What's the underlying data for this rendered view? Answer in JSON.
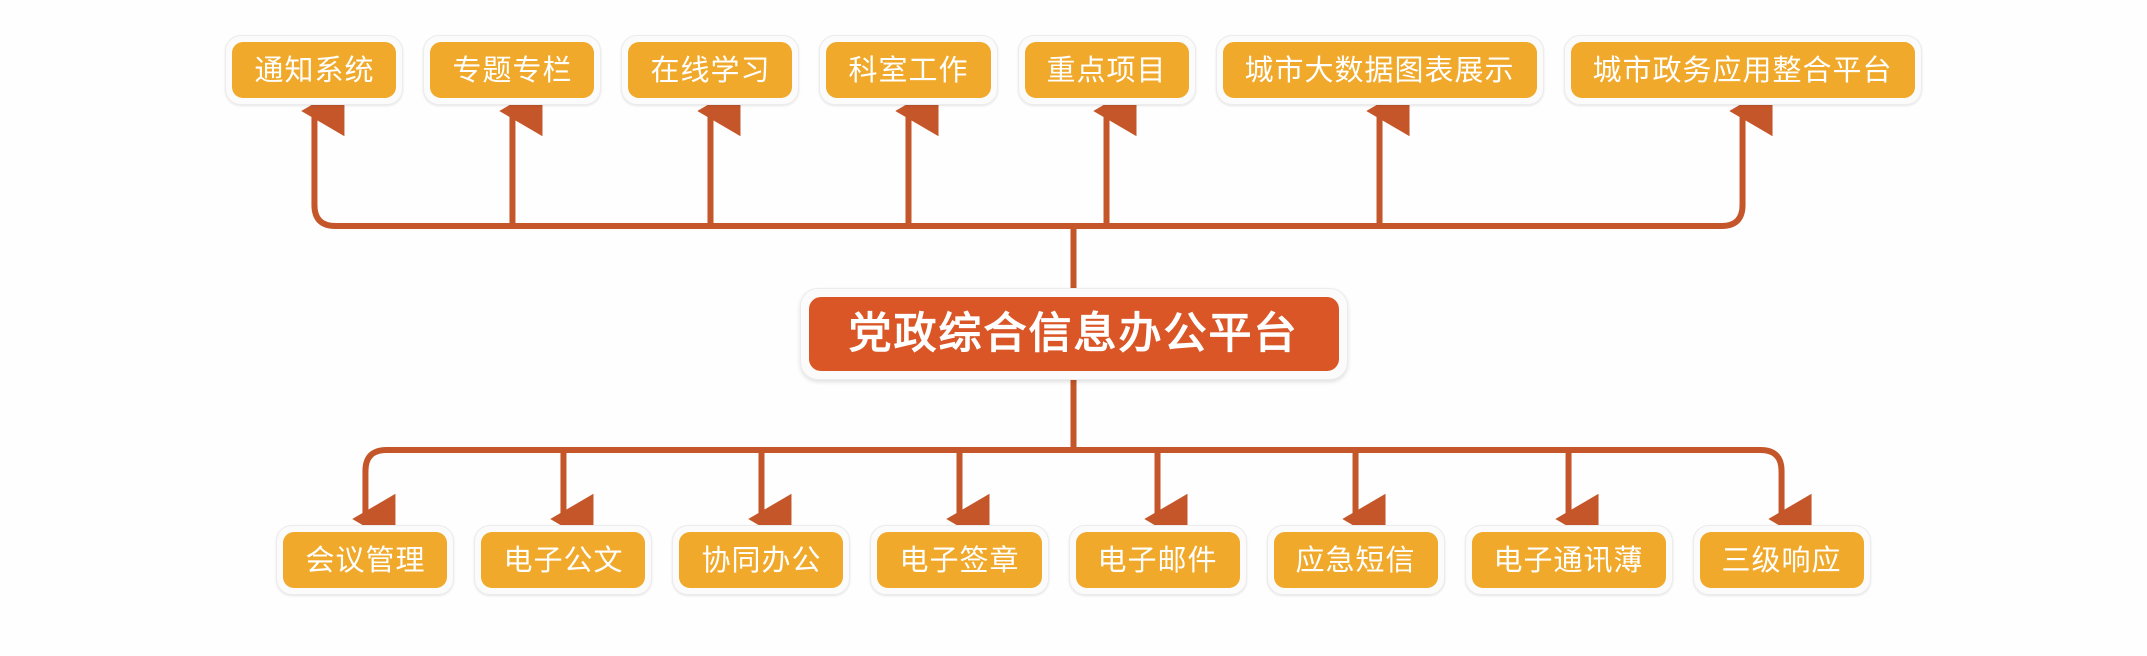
{
  "diagram": {
    "title": "党政综合信息办公平台",
    "colors": {
      "node_fill": "#f0a92a",
      "center_fill": "#da5627",
      "connector": "#c4562a",
      "node_frame": "#fbfbfb",
      "node_text": "#ffffff",
      "background": "#ffffff"
    },
    "center": {
      "label": "党政综合信息办公平台"
    },
    "top_nodes": [
      {
        "label": "通知系统"
      },
      {
        "label": "专题专栏"
      },
      {
        "label": "在线学习"
      },
      {
        "label": "科室工作"
      },
      {
        "label": "重点项目"
      },
      {
        "label": "城市大数据图表展示"
      },
      {
        "label": "城市政务应用整合平台"
      }
    ],
    "bottom_nodes": [
      {
        "label": "会议管理"
      },
      {
        "label": "电子公文"
      },
      {
        "label": "协同办公"
      },
      {
        "label": "电子签章"
      },
      {
        "label": "电子邮件"
      },
      {
        "label": "应急短信"
      },
      {
        "label": "电子通讯薄"
      },
      {
        "label": "三级响应"
      }
    ],
    "edges": {
      "up_arrow_direction": "up",
      "down_arrow_direction": "down",
      "style": "orthogonal-elbow-rounded"
    }
  }
}
